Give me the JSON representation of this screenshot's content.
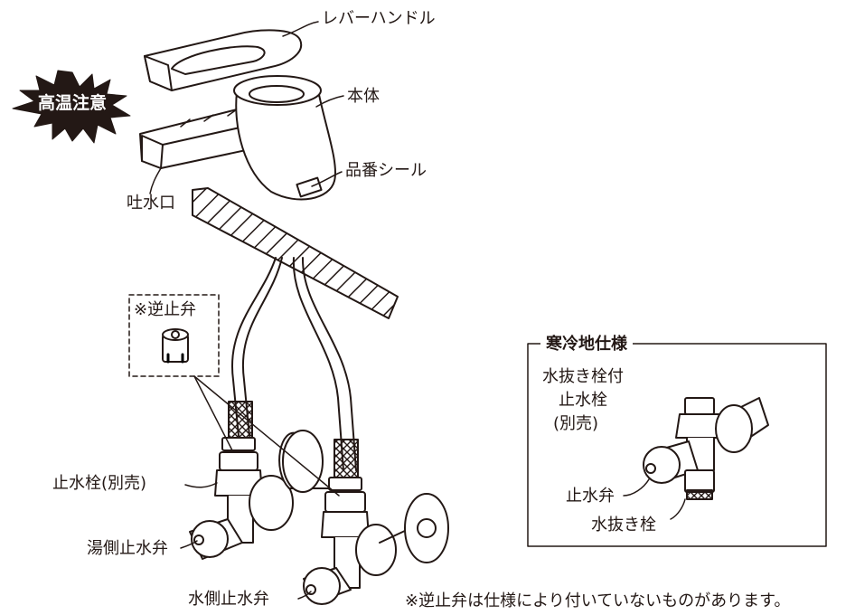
{
  "warning": {
    "badge": "高温注意"
  },
  "labels": {
    "lever_handle": "レバーハンドル",
    "body": "本体",
    "part_number_seal": "品番シール",
    "spout": "吐水口",
    "check_valve": "※逆止弁",
    "stop_cock": "止水栓(別売)",
    "hot_side_valve": "湯側止水弁",
    "cold_side_valve": "水側止水弁"
  },
  "cold_region": {
    "title": "寒冷地仕様",
    "drain_stopcock_line1": "水抜き栓付",
    "drain_stopcock_line2": "止水栓",
    "drain_stopcock_line3": "(別売)",
    "stop_valve": "止水弁",
    "drain_plug": "水抜き栓"
  },
  "footnote": "※逆止弁は仕様により付いていないものがあります。"
}
